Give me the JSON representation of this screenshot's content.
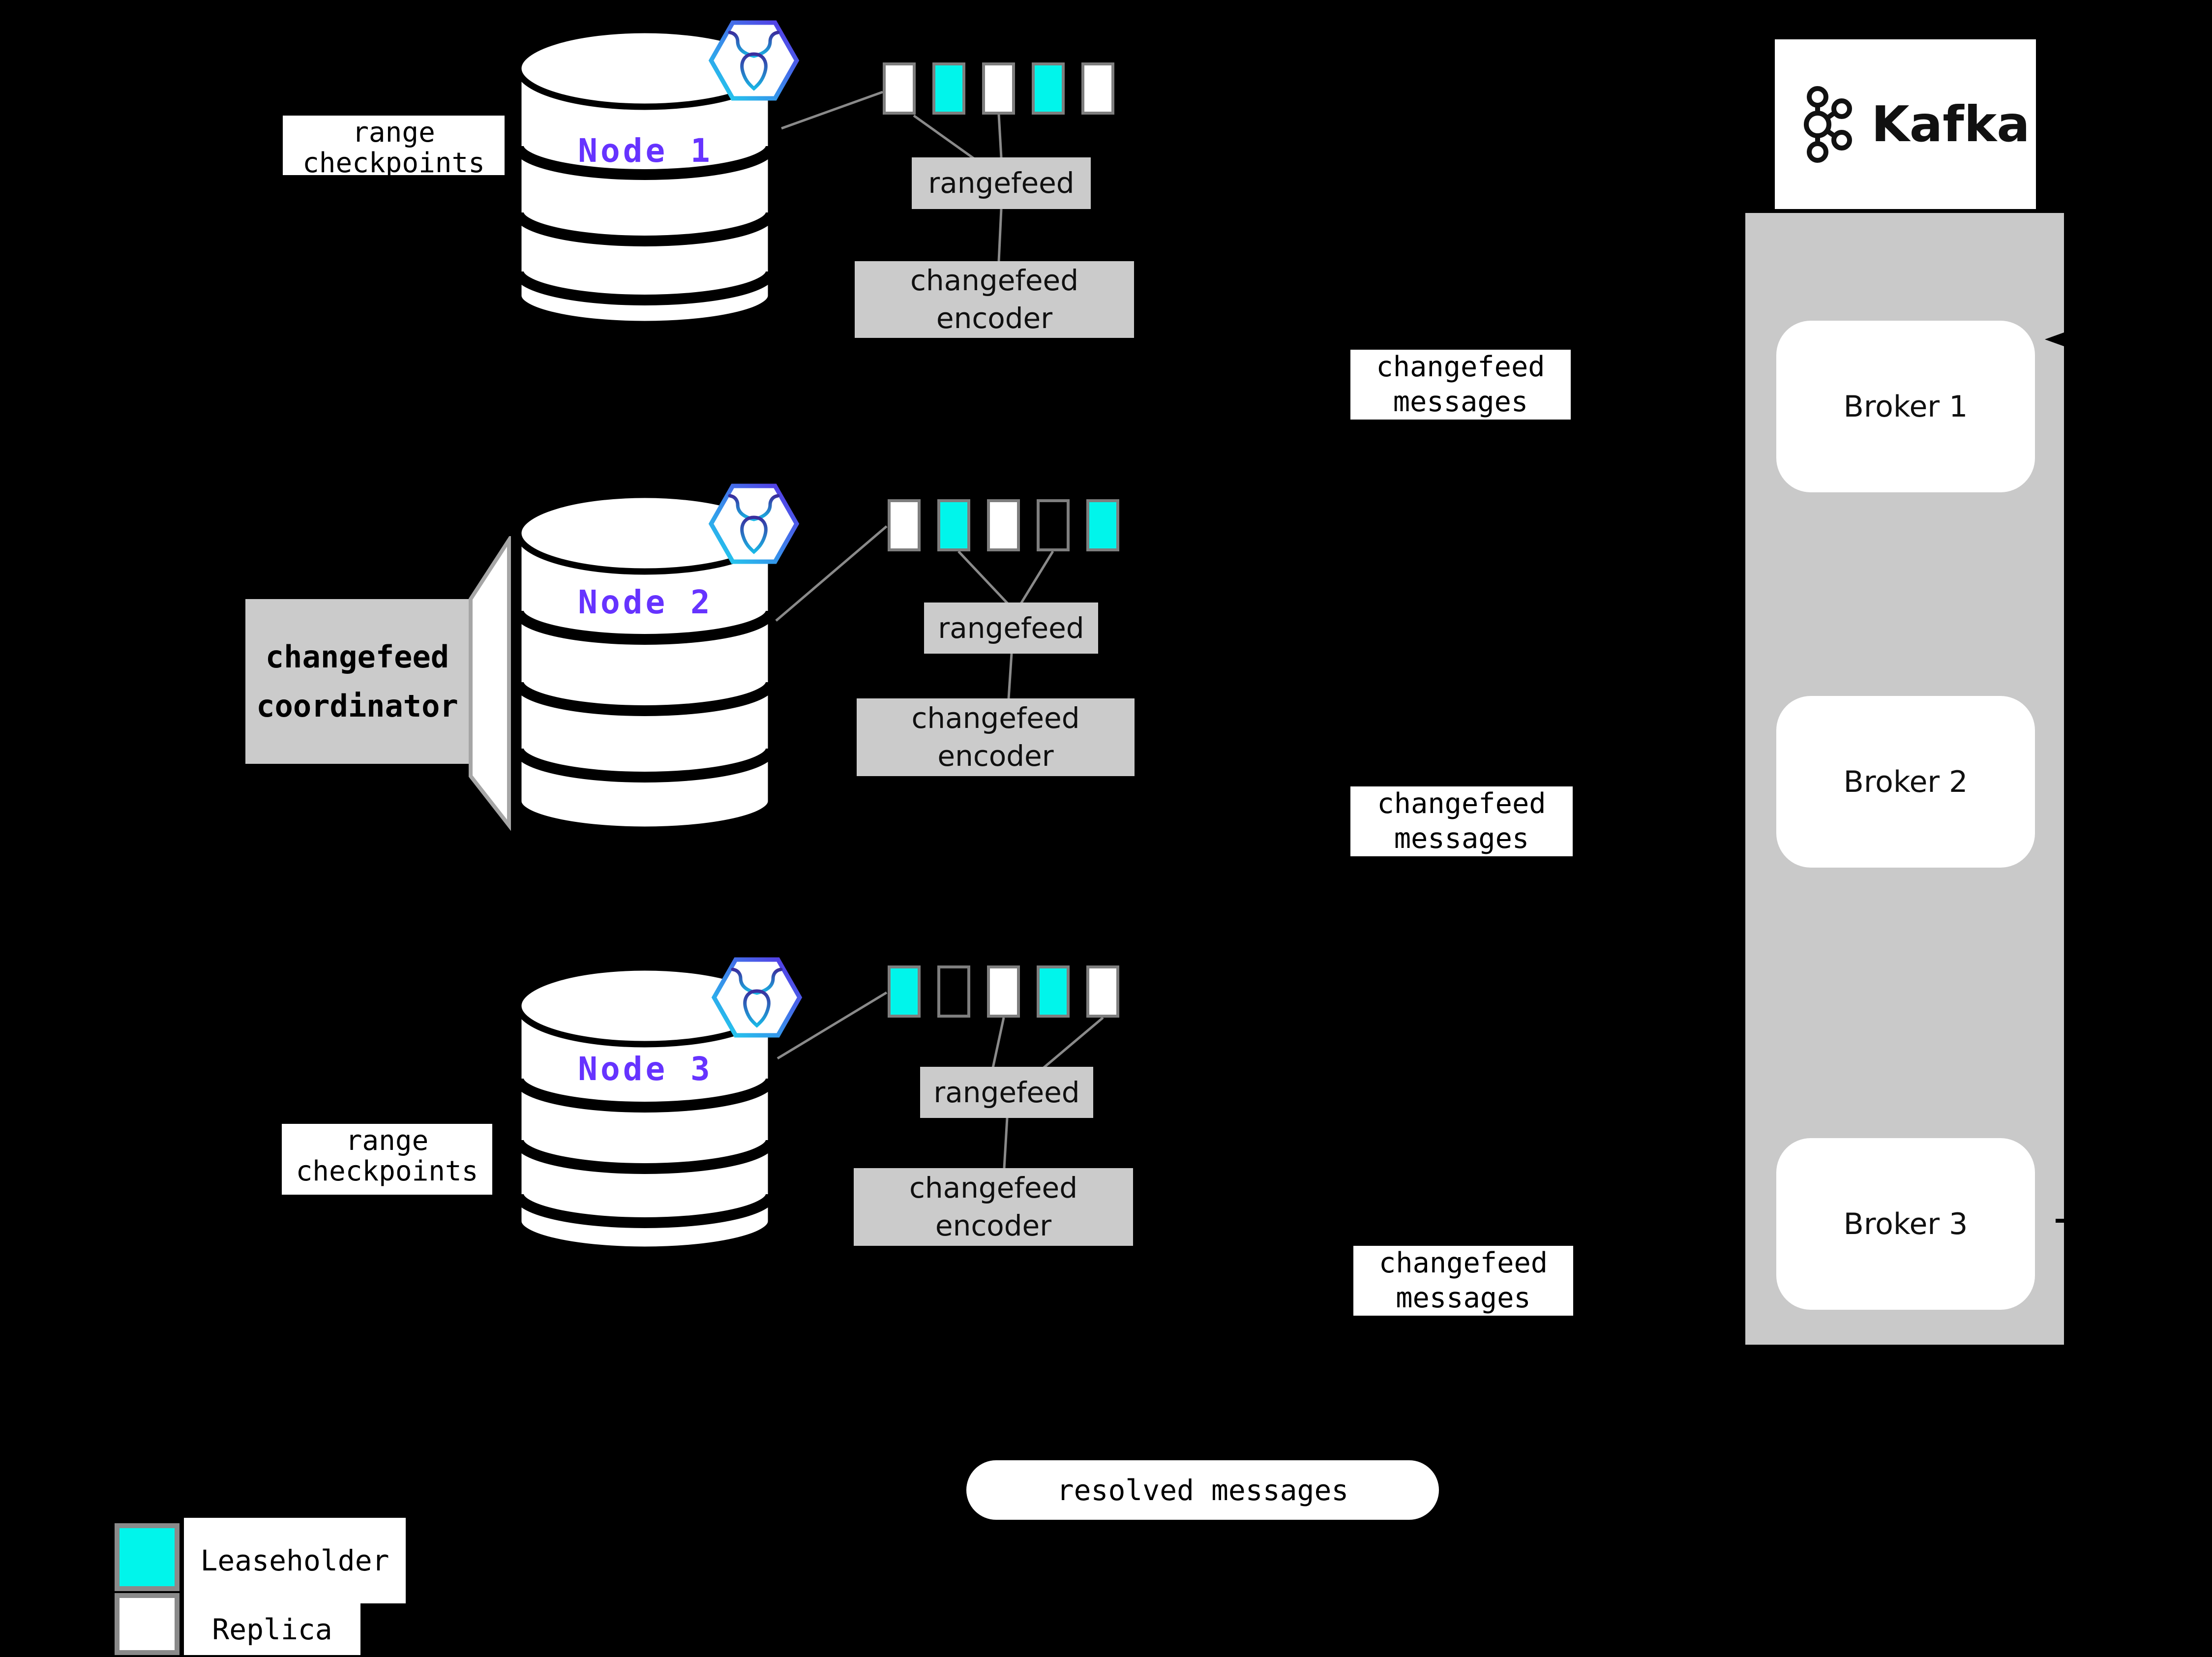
{
  "colors": {
    "background": "#000000",
    "leaseholder": "#00F5EB",
    "replica": "#FFFFFF",
    "empty": "transparent",
    "box_gray": "#CBCBCB",
    "panel_gray": "#C9C9C9",
    "node_label_purple": "#6633FF",
    "connector_gray": "#8A8A8A",
    "square_border_gray": "#7E7E7E"
  },
  "nodes": [
    {
      "label": "Node 1",
      "logo": "cockroachdb-icon",
      "side_label": "range\ncheckpoints",
      "ranges": [
        "replica",
        "leaseholder",
        "replica",
        "leaseholder",
        "replica"
      ],
      "rangefeed_label": "rangefeed",
      "encoder_label": "changefeed\nencoder",
      "messages_label": "changefeed\nmessages"
    },
    {
      "label": "Node 2",
      "logo": "cockroachdb-icon",
      "side_label": "changefeed\ncoordinator",
      "ranges": [
        "replica",
        "leaseholder",
        "replica",
        "empty",
        "leaseholder"
      ],
      "rangefeed_label": "rangefeed",
      "encoder_label": "changefeed\nencoder",
      "messages_label": "changefeed\nmessages"
    },
    {
      "label": "Node 3",
      "logo": "cockroachdb-icon",
      "side_label": "range\ncheckpoints",
      "ranges": [
        "leaseholder",
        "empty",
        "replica",
        "leaseholder",
        "replica"
      ],
      "rangefeed_label": "rangefeed",
      "encoder_label": "changefeed\nencoder",
      "messages_label": "changefeed\nmessages"
    }
  ],
  "kafka": {
    "title": "Kafka",
    "logo": "kafka-icon",
    "brokers": [
      {
        "label": "Broker 1"
      },
      {
        "label": "Broker 2"
      },
      {
        "label": "Broker 3"
      }
    ]
  },
  "resolved_pill": {
    "label": "resolved messages"
  },
  "legend": {
    "items": [
      {
        "swatch": "leaseholder",
        "label": "Leaseholder"
      },
      {
        "swatch": "replica",
        "label": "Replica"
      }
    ]
  }
}
